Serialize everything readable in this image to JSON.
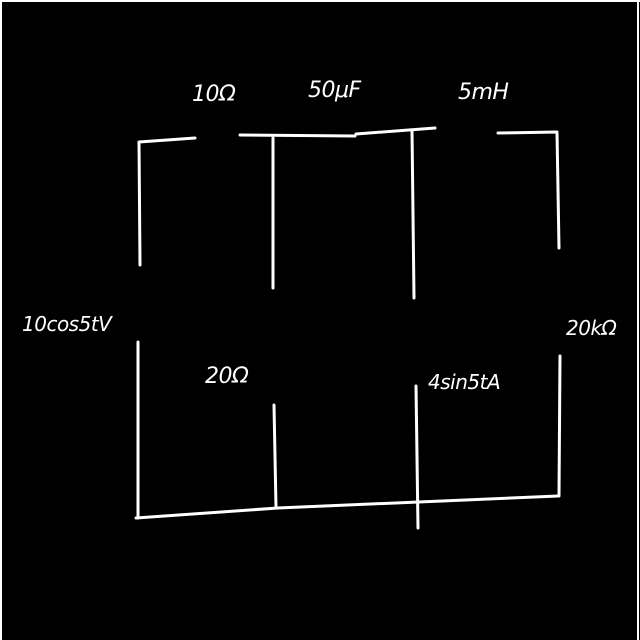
{
  "colors": {
    "background": "#000000",
    "stroke": "#ffffff"
  },
  "labels": {
    "top_resistor": "10Ω",
    "capacitor": "50μF",
    "inductor": "5mH",
    "source_voltage": "10cos5tV",
    "middle_resistor": "20Ω",
    "current_source": "4sin5tA",
    "right_resistor": "20kΩ"
  }
}
